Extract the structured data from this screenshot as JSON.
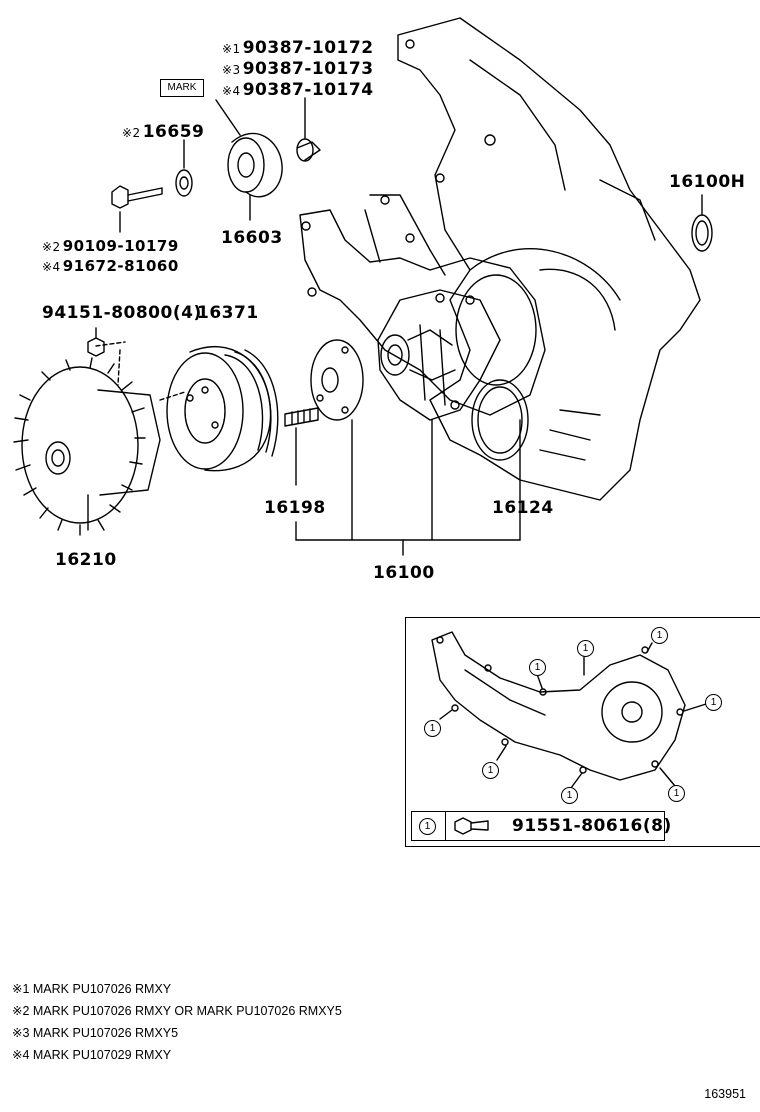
{
  "parts": {
    "p16100H": "16100H",
    "p16603": "16603",
    "p16659": "16659",
    "p16371": "16371",
    "p16198": "16198",
    "p16124": "16124",
    "p16210": "16210",
    "p16100": "16100",
    "p94151": "94151-80800(4)",
    "p90387_10172": "90387-10172",
    "p90387_10173": "90387-10173",
    "p90387_10174": "90387-10174",
    "p90109": "90109-10179",
    "p91672": "91672-81060",
    "p91551": "91551-80616(8)"
  },
  "marks": {
    "m1": "※1",
    "m2": "※2",
    "m3": "※3",
    "m4": "※4"
  },
  "mark_box": "MARK",
  "inset_callout": "1",
  "notes": [
    "※1 MARK PU107026 RMXY",
    "※2 MARK PU107026 RMXY OR MARK PU107026 RMXY5",
    "※3 MARK PU107026 RMXY5",
    "※4 MARK PU107029 RMXY"
  ],
  "figure_id": "163951"
}
